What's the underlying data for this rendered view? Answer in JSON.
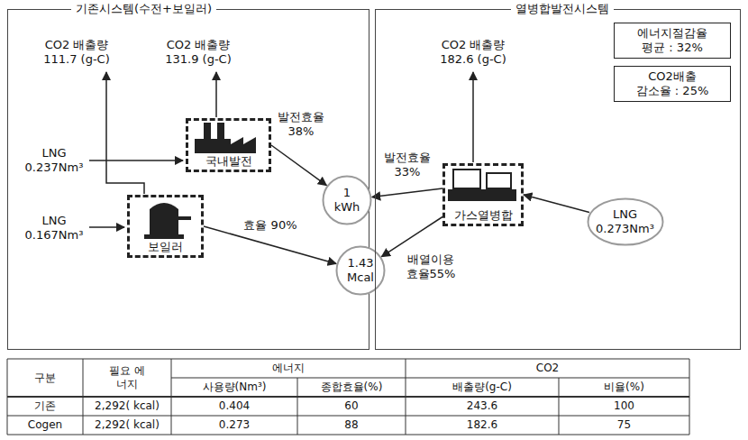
{
  "diagram": {
    "nodes": [
      {
        "text": [
          "기존시스템(수전+보일러)"
        ]
      },
      {
        "text": [
          "국내발전"
        ],
        "in": 0
      },
      {
        "text": [
          "보일러"
        ],
        "in": 0
      },
      {
        "text": [
          "1 kWh"
        ]
      },
      {
        "text": [
          "1.43 Mcal"
        ]
      },
      {
        "text": [
          "열병합발전시스템"
        ]
      },
      {
        "text": [
          "에너지절감율",
          "평균 : 32%"
        ],
        "in": 5
      },
      {
        "text": [
          "CO2배출",
          "감소율 : 25%"
        ],
        "in": 5
      },
      {
        "text": [
          "가스열병합"
        ],
        "in": 5
      },
      {
        "text": [
          "LNG 0.273Nm³"
        ],
        "in": 5
      }
    ],
    "edges": [
      {
        "from": 1,
        "to": 3,
        "label": "발전효율 38%",
        "arrow": "to"
      },
      {
        "from": 2,
        "to": 4,
        "label": "효율 90%",
        "arrow": "to"
      },
      {
        "from": 8,
        "to": 3,
        "label": "발전효율 33%",
        "arrow": "to"
      },
      {
        "from": 8,
        "to": 4,
        "label": "배열이용 효율55%",
        "arrow": "to"
      },
      {
        "from": 9,
        "to": 8,
        "arrow": "to"
      }
    ],
    "labels": [
      "CO2 배출량 111.7 (g-C)",
      "CO2 배출량 131.9 (g-C)",
      "LNG 0.237Nm³",
      "LNG 0.167Nm³",
      "CO2 배출량 182.6 (g-C)",
      "구분",
      "필요 에너지",
      "에너지",
      "CO2",
      "사용량(Nm³)",
      "종합효율(%)",
      "배출량(g-C)",
      "비율(%)",
      "기존",
      "2,292( kcal)",
      "0.404",
      "60",
      "243.6",
      "100",
      "Cogen",
      "2,292( kcal)",
      "0.273",
      "88",
      "182.6",
      "75"
    ]
  }
}
